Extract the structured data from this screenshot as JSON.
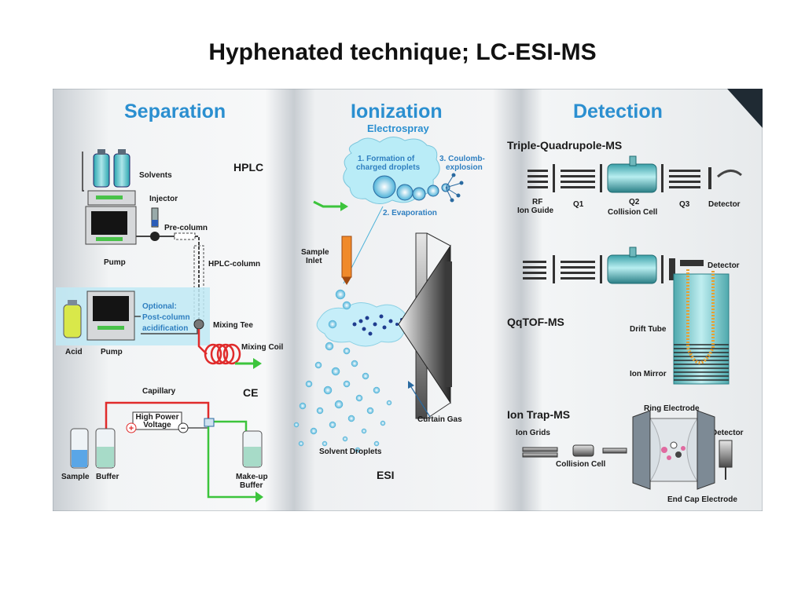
{
  "slide": {
    "title": "Hyphenated technique; LC-ESI-MS"
  },
  "colors": {
    "header_blue": "#2b8fd0",
    "accent_green": "#3cc43c",
    "accent_red": "#e02b2b",
    "accent_orange": "#f08a2a",
    "cyan_panel": "#bfe9f4"
  },
  "icons": [
    "solvent-bottle-icon",
    "pump-icon",
    "injector-icon",
    "column-icon",
    "mixing-coil-icon",
    "cone-icon",
    "droplet-icon",
    "quadrupole-icon",
    "collision-cell-icon",
    "drift-tube-icon",
    "ion-trap-icon",
    "detector-icon"
  ],
  "sections": {
    "separation": "Separation",
    "ionization": "Ionization",
    "ionization_sub": "Electrospray",
    "detection": "Detection"
  },
  "separation": {
    "solvents": "Solvents",
    "hplc": "HPLC",
    "injector": "Injector",
    "pre_column": "Pre-column",
    "pump": "Pump",
    "hplc_column": "HPLC-column",
    "optional_1": "Optional:",
    "optional_2": "Post-column",
    "optional_3": "acidification",
    "acid": "Acid",
    "pump2": "Pump",
    "mixing_tee": "Mixing Tee",
    "mixing_coil": "Mixing Coil",
    "capillary": "Capillary",
    "ce": "CE",
    "high_power_1": "High Power",
    "high_power_2": "Voltage",
    "plus": "+",
    "minus": "−",
    "sample": "Sample",
    "buffer": "Buffer",
    "makeup_1": "Make-up",
    "makeup_2": "Buffer"
  },
  "ionization": {
    "step1_a": "1. Formation of",
    "step1_b": "charged droplets",
    "step2": "2. Evaporation",
    "step3_a": "3. Coulomb-",
    "step3_b": "explosion",
    "sample_inlet_1": "Sample",
    "sample_inlet_2": "Inlet",
    "curtain_gas": "Curtain Gas",
    "solvent_droplets": "Solvent Droplets",
    "esi": "ESI"
  },
  "detection": {
    "tq_title": "Triple-Quadrupole-MS",
    "rf": "RF",
    "ion_guide": "Ion Guide",
    "q1": "Q1",
    "q2": "Q2",
    "collision_cell": "Collision Cell",
    "q3": "Q3",
    "detector": "Detector",
    "qqtof_title": "QqTOF-MS",
    "detector2": "Detector",
    "drift_tube": "Drift Tube",
    "ion_mirror": "Ion Mirror",
    "trap_title": "Ion Trap-MS",
    "ring_electrode": "Ring Electrode",
    "ion_grids": "Ion Grids",
    "detector3": "Detector",
    "collision_cell2": "Collision Cell",
    "end_cap": "End Cap Electrode"
  }
}
